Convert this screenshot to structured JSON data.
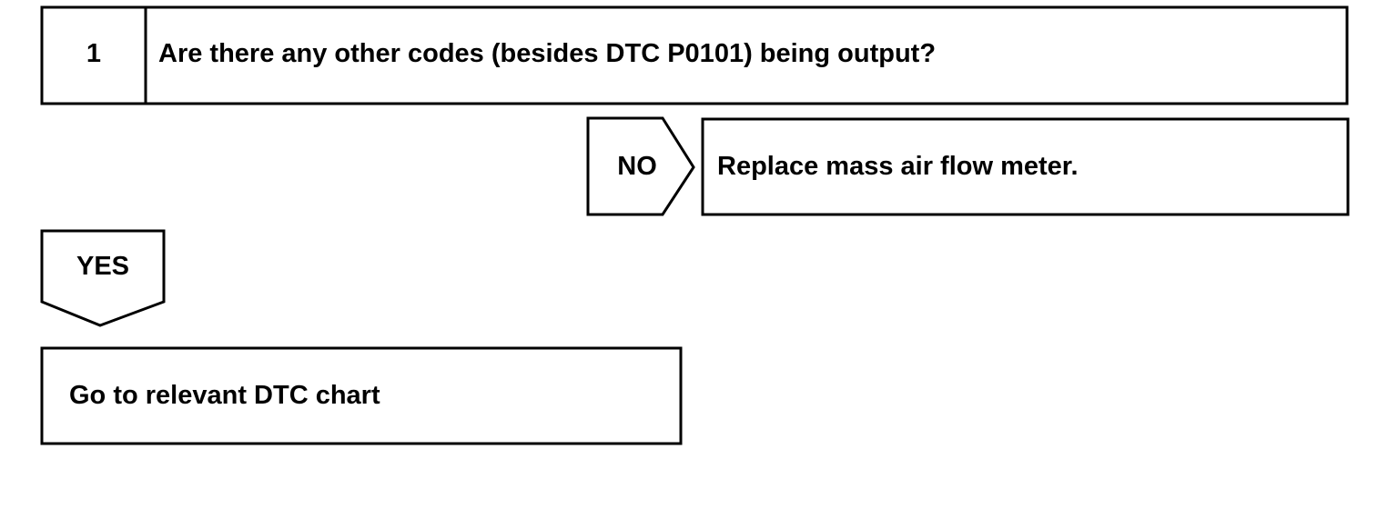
{
  "step": {
    "number": "1",
    "question": "Are there any other codes (besides DTC P0101) being output?"
  },
  "branch_no": {
    "label": "NO",
    "result": "Replace mass air flow meter."
  },
  "branch_yes": {
    "label": "YES",
    "result": "Go to relevant DTC chart"
  }
}
